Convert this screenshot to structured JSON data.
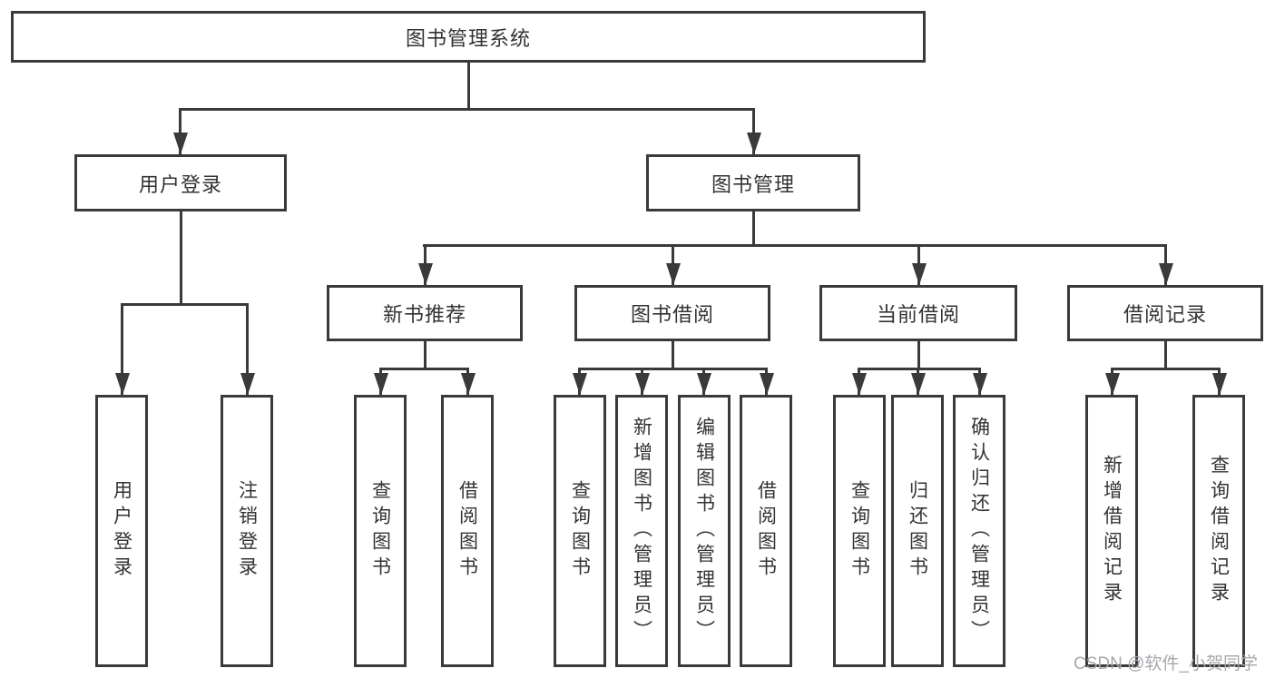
{
  "nodes": {
    "root": "图书管理系统",
    "l2_user_login": "用户登录",
    "l2_book_mgmt": "图书管理",
    "l3_new_books": "新书推荐",
    "l3_book_borrow": "图书借阅",
    "l3_current_borrow": "当前借阅",
    "l3_borrow_records": "借阅记录",
    "leaf_user_login": "用户登录",
    "leaf_logout": "注销登录",
    "leaf_query_books_1": "查询图书",
    "leaf_borrow_books_1": "借阅图书",
    "leaf_query_books_2": "查询图书",
    "leaf_add_book_admin": "新增图书（管理员）",
    "leaf_edit_book_admin": "编辑图书（管理员）",
    "leaf_borrow_books_2": "借阅图书",
    "leaf_query_books_3": "查询图书",
    "leaf_return_book": "归还图书",
    "leaf_confirm_return_admin": "确认归还（管理员）",
    "leaf_add_borrow_record": "新增借阅记录",
    "leaf_query_borrow_record": "查询借阅记录"
  },
  "tree": {
    "label": "图书管理系统",
    "children": [
      {
        "label": "用户登录",
        "children": [
          {
            "label": "用户登录"
          },
          {
            "label": "注销登录"
          }
        ]
      },
      {
        "label": "图书管理",
        "children": [
          {
            "label": "新书推荐",
            "children": [
              {
                "label": "查询图书"
              },
              {
                "label": "借阅图书"
              }
            ]
          },
          {
            "label": "图书借阅",
            "children": [
              {
                "label": "查询图书"
              },
              {
                "label": "新增图书（管理员）"
              },
              {
                "label": "编辑图书（管理员）"
              },
              {
                "label": "借阅图书"
              }
            ]
          },
          {
            "label": "当前借阅",
            "children": [
              {
                "label": "查询图书"
              },
              {
                "label": "归还图书"
              },
              {
                "label": "确认归还（管理员）"
              }
            ]
          },
          {
            "label": "借阅记录",
            "children": [
              {
                "label": "新增借阅记录"
              },
              {
                "label": "查询借阅记录"
              }
            ]
          }
        ]
      }
    ]
  },
  "watermark": "CSDN @软件_小贺同学",
  "colors": {
    "line": "#3a3a3a",
    "text": "#333333",
    "watermark": "#a7a7ad",
    "background": "#ffffff"
  }
}
